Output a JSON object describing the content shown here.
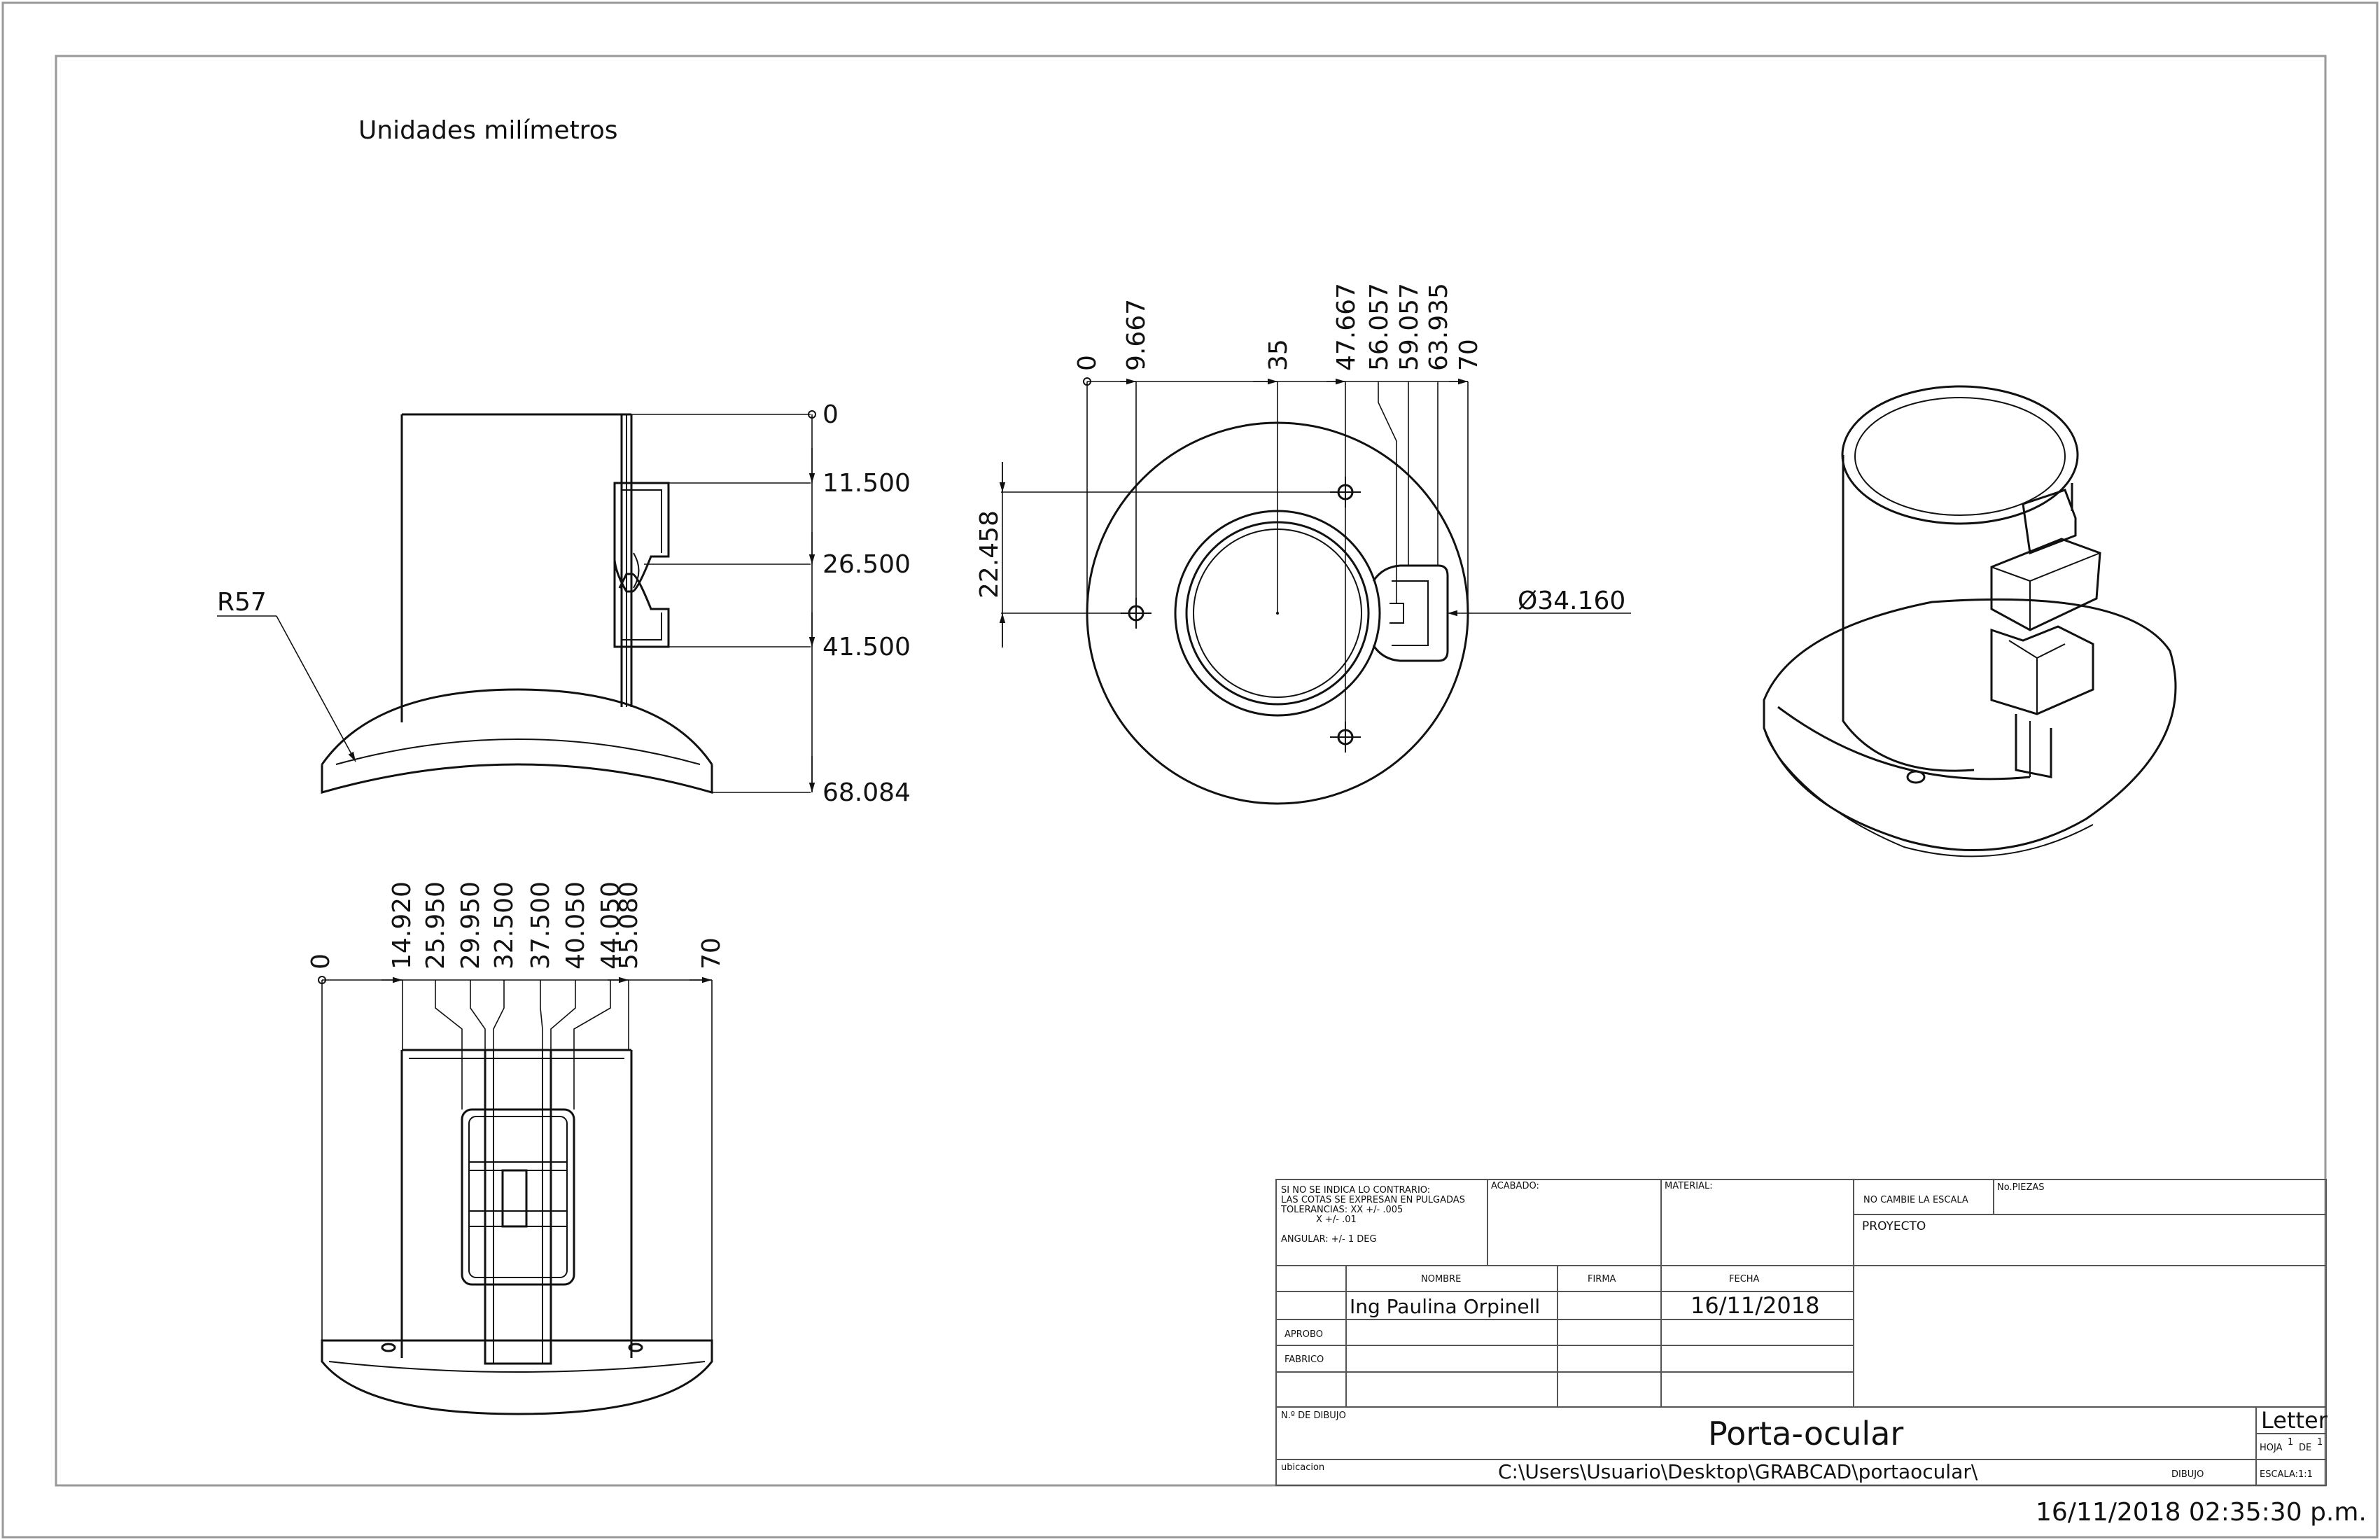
{
  "note": "Unidades milímetros",
  "front_view": {
    "vertical_dims": [
      "0",
      "11.500",
      "26.500",
      "41.500",
      "68.084"
    ],
    "radius_label": "R57"
  },
  "top_view": {
    "horizontal_dims": [
      "0",
      "9.667",
      "35",
      "47.667",
      "56.057",
      "59.057",
      "63.935",
      "70"
    ],
    "vertical_dim": "22.458",
    "diameter_label": "Ø34.160"
  },
  "side_view": {
    "horizontal_dims": [
      "0",
      "14.920",
      "25.950",
      "29.950",
      "32.500",
      "37.500",
      "40.050",
      "44.050",
      "55.080",
      "70"
    ]
  },
  "title_block": {
    "tolerance_note": [
      "SI NO SE INDICA LO CONTRARIO:",
      "LAS COTAS SE EXPRESAN EN PULGADAS",
      "TOLERANCIAS: XX +/- .005",
      "X  +/- .01",
      "ANGULAR: +/- 1 DEG"
    ],
    "acabado": "ACABADO:",
    "material": "MATERIAL:",
    "no_cambie": "NO CAMBIE LA ESCALA",
    "no_piezas": "No.PIEZAS",
    "proyecto": "PROYECTO",
    "col_nombre": "NOMBRE",
    "col_firma": "FIRMA",
    "col_fecha": "FECHA",
    "author": "Ing Paulina Orpinell",
    "date": "16/11/2018",
    "aprobo": "APROBO",
    "fabrico": "FABRICO",
    "dibujo_no": "N.º DE DIBUJO",
    "title": "Porta-ocular",
    "paper": "Letter",
    "hoja": "HOJA",
    "hoja_num": "1",
    "de": "DE",
    "de_num": "1",
    "ubicacion": "ubicacion",
    "path": "C:\\Users\\Usuario\\Desktop\\GRABCAD\\portaocular\\",
    "dibujo": "DIBUJO",
    "escala": "ESCALA:1:1"
  },
  "timestamp": "16/11/2018 02:35:30 p.m."
}
